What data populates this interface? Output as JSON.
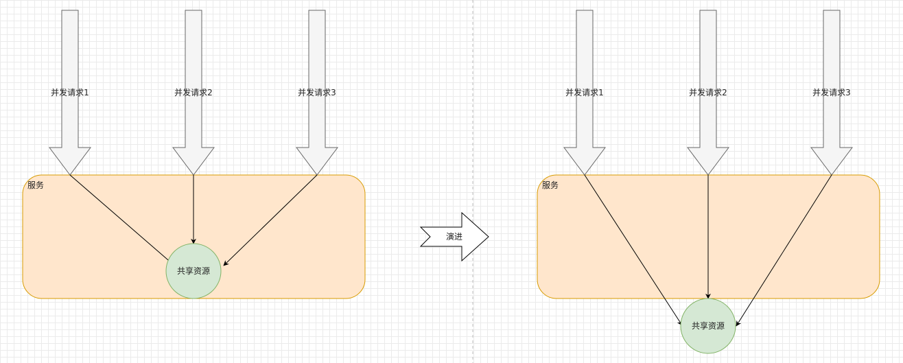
{
  "left_panel": {
    "service_label": "服务",
    "requests": [
      "并发请求1",
      "并发请求2",
      "并发请求3"
    ],
    "resource_label": "共享资源"
  },
  "evolve_label": "演进",
  "right_panel": {
    "service_label": "服务",
    "requests": [
      "并发请求1",
      "并发请求2",
      "并发请求3"
    ],
    "resource_label": "共享资源"
  },
  "colors": {
    "service_fill": "#ffe6cc",
    "service_stroke": "#d79b00",
    "resource_fill": "#d5e8d4",
    "resource_stroke": "#82b366",
    "request_arrow_fill": "#f5f5f5",
    "request_arrow_stroke": "#666666",
    "divider": "#bbbbbb"
  }
}
